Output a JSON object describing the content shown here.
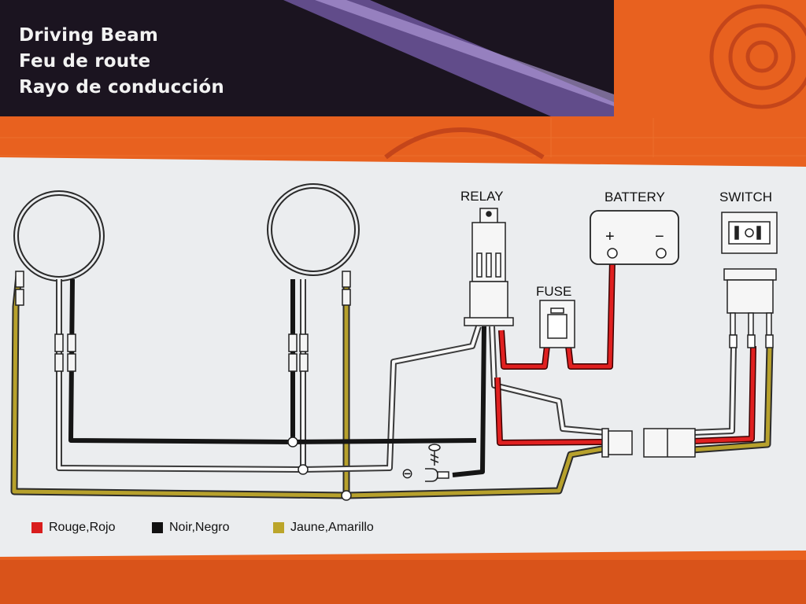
{
  "banner": {
    "line1": "Driving Beam",
    "line2": "Feu de route",
    "line3": "Rayo de conducción"
  },
  "labels": {
    "relay": "RELAY",
    "battery": "BATTERY",
    "fuse": "FUSE",
    "switch": "SWITCH",
    "battery_plus": "+",
    "battery_minus": "−",
    "ground_symbol": "⊖"
  },
  "legend": [
    {
      "text": "Rouge,Rojo",
      "color": "#d91d1d"
    },
    {
      "text": "Noir,Negro",
      "color": "#111111"
    },
    {
      "text": "Jaune,Amarillo",
      "color": "#bba52a"
    }
  ],
  "colors": {
    "background_orange": "#e85f1e",
    "panel": "#eceef0",
    "wire_red": "#d91d1d",
    "wire_black": "#1a1a1a",
    "wire_yellow": "#a89226",
    "wire_white": "#f6f6f6"
  }
}
